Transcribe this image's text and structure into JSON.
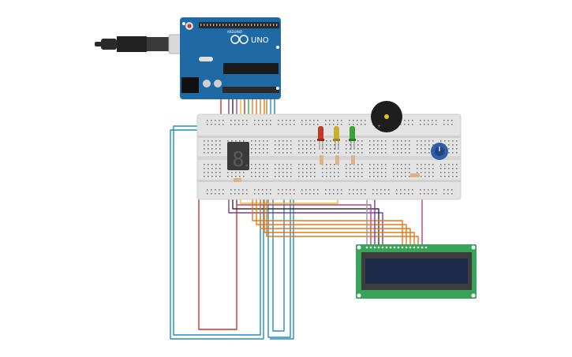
{
  "circuit": {
    "arduino": {
      "label": "UNO",
      "brand": "ARDUINO",
      "board_color": "#1f6aa5",
      "header_color": "#2a2a2a"
    },
    "usb_cable": {
      "plug_color": "#2b2b2b",
      "connector_color": "#d9d9d9"
    },
    "breadboard": {
      "color": "#e3e3e3",
      "hole_color": "#7a7a7a"
    },
    "seven_segment": {
      "digit": "8",
      "body_color": "#3a3a3a"
    },
    "leds": [
      {
        "color": "red",
        "hex": "#c0392b"
      },
      {
        "color": "yellow",
        "hex": "#c9b02a"
      },
      {
        "color": "green",
        "hex": "#3aa335"
      }
    ],
    "buzzer": {
      "color": "#1e1e1e"
    },
    "potentiometer": {
      "knob_color": "#2f5fa8"
    },
    "lcd": {
      "pcb_color": "#3aa35a",
      "screen_color": "#1f2b4a"
    },
    "wire_colors": {
      "blue": "#1f8fc7",
      "red": "#d0312d",
      "orange": "#e07b1a",
      "yellow": "#e0c21a",
      "green": "#3aa335",
      "purple": "#7b3aa5",
      "magenta": "#c03a8a",
      "black": "#333333",
      "gray": "#9a9a9a"
    }
  }
}
